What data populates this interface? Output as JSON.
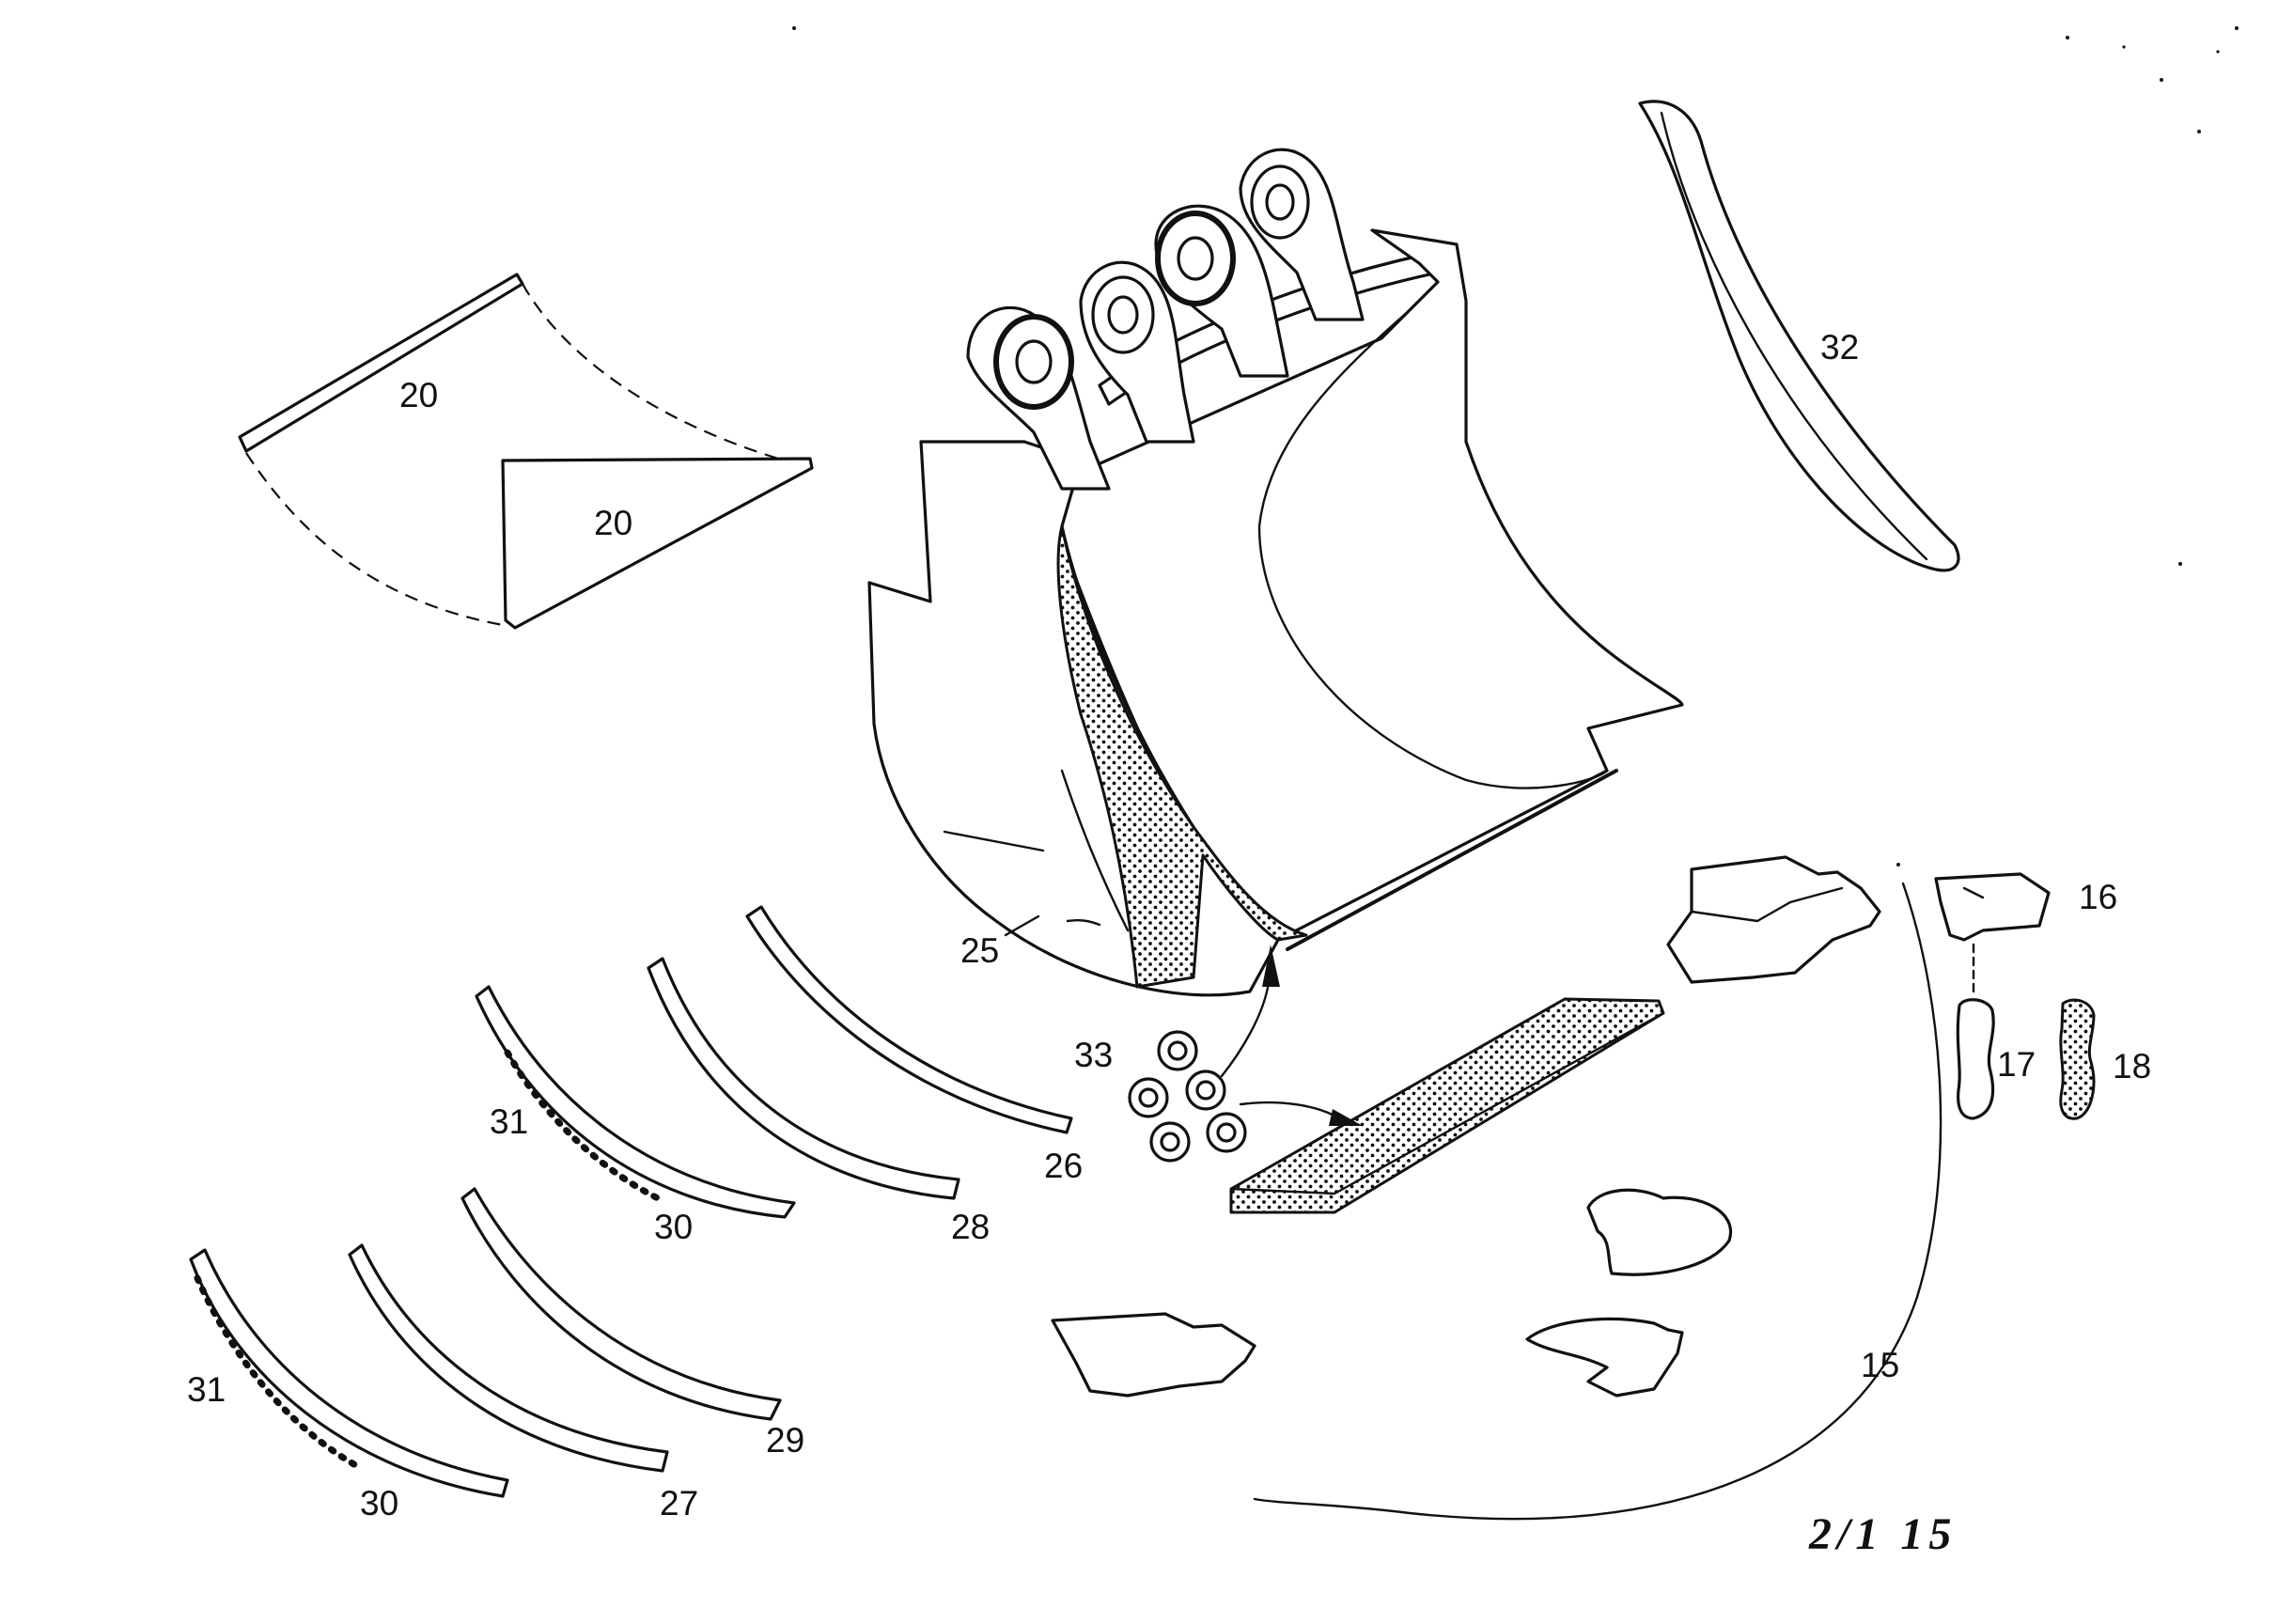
{
  "callouts": {
    "c20a": "20",
    "c20b": "20",
    "c32": "32",
    "c16": "16",
    "c17": "17",
    "c18": "18",
    "c25": "25",
    "c33": "33",
    "c31a": "31",
    "c30a": "30",
    "c28": "28",
    "c26": "26",
    "c31b": "31",
    "c30b": "30",
    "c27": "27",
    "c29": "29",
    "c15": "15"
  },
  "reference_mark": "2/1 15"
}
